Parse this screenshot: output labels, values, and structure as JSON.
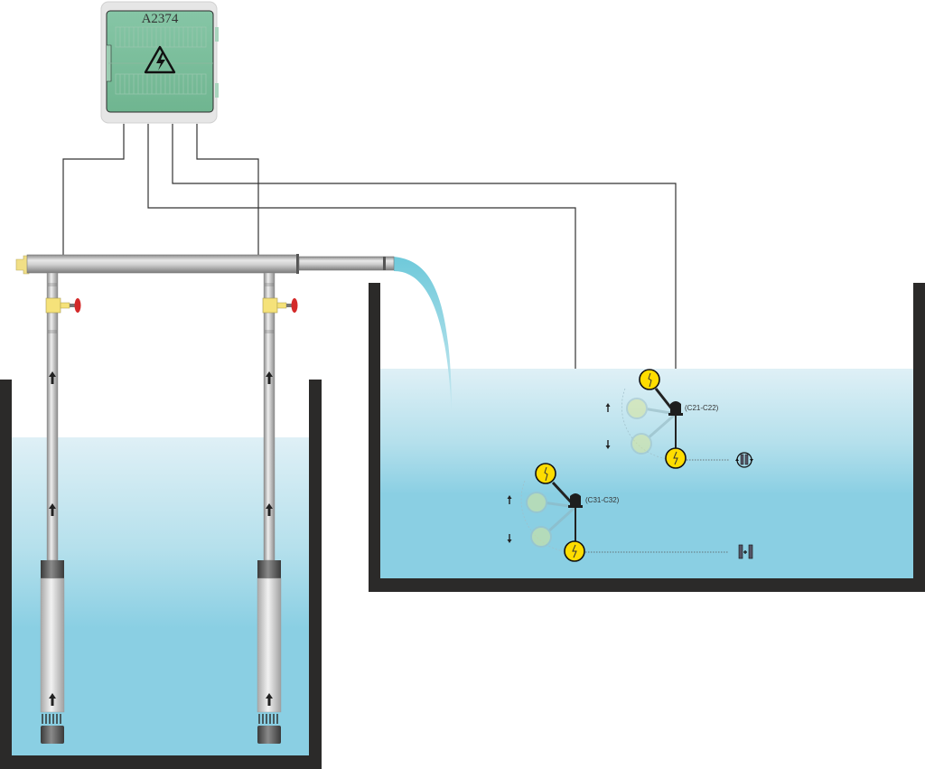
{
  "control_box": {
    "label": "A2374",
    "icon": "high-voltage-warning-icon"
  },
  "colors": {
    "water_top": "#dff0f6",
    "water_bottom": "#8acfe3",
    "tank_wall": "#2b2a29",
    "box_green": "#7fbf9f",
    "float_yellow": "#ffdd00",
    "valve_red": "#d42a2a",
    "fitting_yellow": "#f5e27a"
  },
  "source_well": {
    "pumps": [
      "pump-1",
      "pump-2"
    ]
  },
  "tank": {
    "float_switches": [
      {
        "label": "(C21-C22)",
        "function_icon": "alternating-pumps-icon"
      },
      {
        "label": "(C31-C32)",
        "function_icon": "pump-plus-pump-icon"
      }
    ]
  }
}
